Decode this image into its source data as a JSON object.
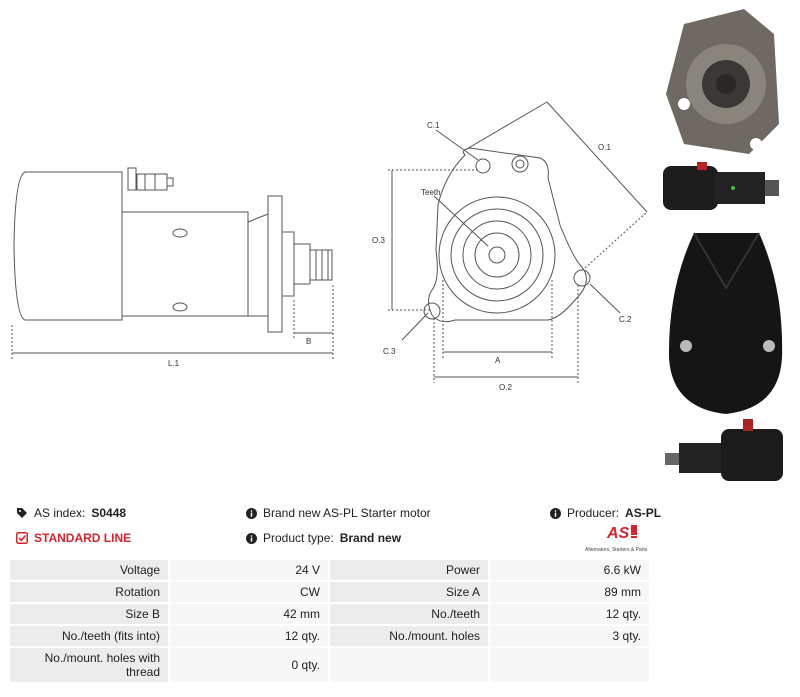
{
  "drawing": {
    "side_labels": {
      "length": "L.1",
      "pinion": "B"
    },
    "front_labels": {
      "c1": "C.1",
      "o1": "O.1",
      "o3": "O.3",
      "teeth": "Teeth",
      "c2": "C.2",
      "c3": "C.3",
      "a": "A",
      "o2": "O.2"
    }
  },
  "header": {
    "as_index_label": "AS index:",
    "as_index_value": "S0448",
    "description": "Brand new AS-PL Starter motor",
    "producer_label": "Producer:",
    "producer_value": "AS-PL",
    "line_label": "STANDARD LINE",
    "product_type_label": "Product type:",
    "product_type_value": "Brand new",
    "logo_text": "AS",
    "logo_tagline": "Alternators, Starters & Parts"
  },
  "specs": {
    "rows": [
      {
        "k1": "Voltage",
        "v1": "24 V",
        "k2": "Power",
        "v2": "6.6 kW"
      },
      {
        "k1": "Rotation",
        "v1": "CW",
        "k2": "Size A",
        "v2": "89 mm"
      },
      {
        "k1": "Size B",
        "v1": "42 mm",
        "k2": "No./teeth",
        "v2": "12 qty."
      },
      {
        "k1": "No./teeth (fits into)",
        "v1": "12 qty.",
        "k2": "No./mount. holes",
        "v2": "3 qty."
      },
      {
        "k1": "No./mount. holes with thread",
        "v1": "0 qty.",
        "k2": "",
        "v2": ""
      }
    ]
  },
  "colors": {
    "accent_red": "#d9232d",
    "line": "#444444"
  }
}
